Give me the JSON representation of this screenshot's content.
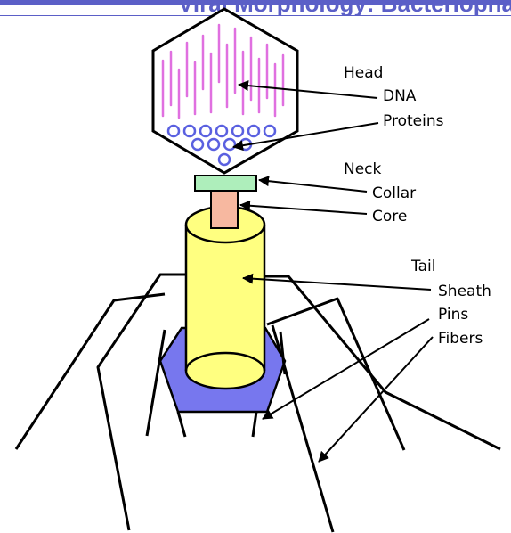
{
  "header": {
    "title_fragment": "Viral Morphology: Bacteriophage",
    "accent_color": "#5b5fc7"
  },
  "labels": {
    "head": "Head",
    "dna": "DNA",
    "proteins": "Proteins",
    "neck": "Neck",
    "collar": "Collar",
    "core": "Core",
    "tail": "Tail",
    "sheath": "Sheath",
    "pins": "Pins",
    "fibers": "Fibers"
  },
  "colors": {
    "dna": "#e070e0",
    "proteins": "#5a60e0",
    "collar": "#aeeebb",
    "core": "#f7b8a0",
    "sheath": "#ffff80",
    "baseplate": "#7777ee",
    "outline": "#000000"
  }
}
